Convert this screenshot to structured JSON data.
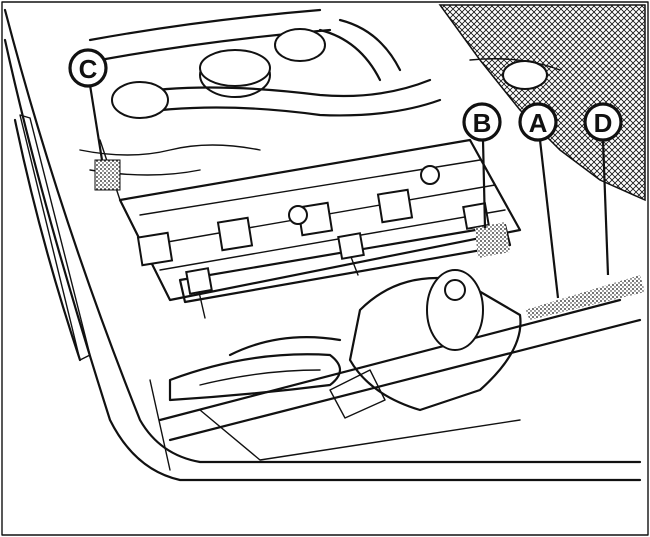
{
  "callouts": [
    {
      "id": "C",
      "label": "C"
    },
    {
      "id": "B",
      "label": "B"
    },
    {
      "id": "A",
      "label": "A"
    },
    {
      "id": "D",
      "label": "D"
    }
  ]
}
